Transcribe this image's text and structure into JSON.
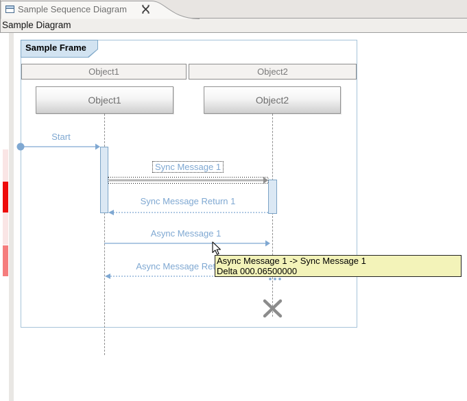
{
  "view_tab": {
    "title": "Sample Sequence Diagram"
  },
  "header": {
    "title": "Sample Diagram"
  },
  "frame": {
    "label": "Sample Frame"
  },
  "lifelines": [
    {
      "header_label": "Object1",
      "box_label": "Object1"
    },
    {
      "header_label": "Object2",
      "box_label": "Object2"
    }
  ],
  "messages": {
    "start": {
      "label": "Start",
      "type": "found"
    },
    "sync1": {
      "label": "Sync Message 1",
      "type": "sync",
      "selected": true
    },
    "sync_return1": {
      "label": "Sync Message Return 1",
      "type": "return"
    },
    "async1": {
      "label": "Async Message 1",
      "type": "async"
    },
    "async_return1": {
      "label": "Async Message Return 1",
      "type": "return"
    }
  },
  "tooltip": {
    "line1": "Async Message 1 -> Sync Message 1",
    "line2": "Delta 000.06500000"
  },
  "misc": {
    "continuation_dots": "..."
  },
  "colors": {
    "message_blue": "#7fa8d2",
    "selected_message_gray": "#8f8f8f",
    "activation_fill": "#dbe8f4",
    "activation_border": "#7ba3c6",
    "frame_border": "#a6c3d9",
    "frame_label_fill": "#d2e3f1",
    "tooltip_bg": "#f3f3b9",
    "marker_pale_pink": "#fae5e5",
    "marker_bright_red": "#ee0b0b",
    "marker_salmon": "#f57d7d",
    "stop_symbol_gray": "#8c8c8c"
  }
}
